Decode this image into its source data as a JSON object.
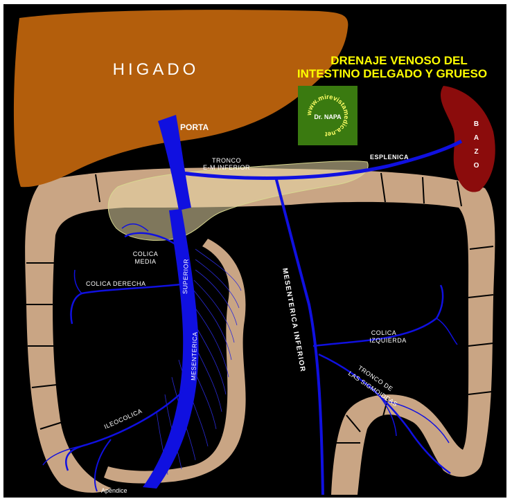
{
  "title": {
    "line1": "DRENAJE VENOSO DEL",
    "line2": "INTESTINO DELGADO Y GRUESO"
  },
  "badge": {
    "url_text": "www.mirevistamedica.net",
    "author": "Dr. NAPA"
  },
  "organs": {
    "liver": "HIGADO",
    "spleen_letters": [
      "B",
      "A",
      "Z",
      "O"
    ]
  },
  "veins": {
    "porta": "PORTA",
    "esplenica": "ESPLENICA",
    "tronco_em_line1": "TRONCO",
    "tronco_em_line2": "E-M INFERIOR",
    "colica_media_line1": "COLICA",
    "colica_media_line2": "MEDIA",
    "colica_derecha": "COLICA DERECHA",
    "superior": "SUPERIOR",
    "mesenterica": "MESENTERICA",
    "ileocolica": "ILEOCOLICA",
    "mesenterica_inferior": "MESENTERICA INFERIOR",
    "colica_izquierda_line1": "COLICA",
    "colica_izquierda_line2": "IZQUIERDA",
    "sigmoideas_line1": "TRONCO DE",
    "sigmoideas_line2": "LAS SIGMOIDEAS",
    "apendice": "Apéndice"
  },
  "colors": {
    "background": "#000000",
    "liver": "#b35e0c",
    "spleen": "#8b0c0c",
    "colon": "#c9a584",
    "vein": "#1010e0",
    "title": "#ffff00",
    "badge_bg": "#3a7a10",
    "badge_text": "#ffff66"
  }
}
